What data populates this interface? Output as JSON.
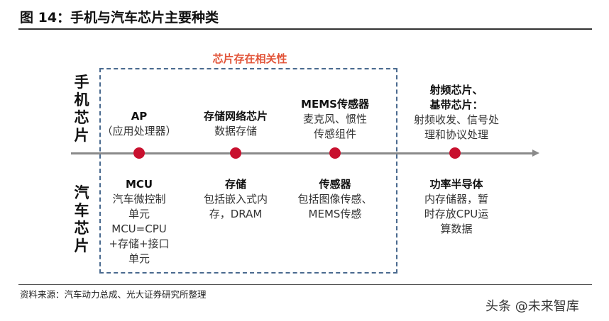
{
  "title": "图 14：手机与汽车芯片主要种类",
  "source": "资料来源：汽车动力总成、光大证券研究所整理",
  "watermark": "头条 @未来智库",
  "dashed_label": "芯片存在相关性",
  "rows": {
    "phone": [
      "手",
      "机",
      "芯",
      "片"
    ],
    "car": [
      "汽",
      "车",
      "芯",
      "片"
    ]
  },
  "phone_chips": [
    {
      "head": "AP",
      "lines": [
        "（应用处理器）"
      ]
    },
    {
      "head": "存储网络芯片",
      "lines": [
        "数据存储"
      ]
    },
    {
      "head": "MEMS传感器",
      "lines": [
        "麦克风、惯性",
        "传感组件"
      ]
    },
    {
      "head": "射频芯片、",
      "lines": [
        "基带芯片：",
        "射频收发、信号处",
        "理和协议处理"
      ]
    }
  ],
  "car_chips": [
    {
      "head": "MCU",
      "lines": [
        "汽车微控制",
        "单元",
        "MCU=CPU",
        "+存储+接口",
        "单元"
      ]
    },
    {
      "head": "存储",
      "lines": [
        "包括嵌入式内",
        "存，DRAM"
      ]
    },
    {
      "head": "传感器",
      "lines": [
        "包括图像传感、",
        "MEMS传感"
      ]
    },
    {
      "head": "功率半导体",
      "lines": [
        "内存储器，暂",
        "时存放CPU运",
        "算数据"
      ]
    }
  ],
  "colors": {
    "dot": "#c8102e",
    "dashed_label": "#e2553a",
    "dashed_border": "#4a6a8f",
    "axis": "#8a8a8a"
  }
}
